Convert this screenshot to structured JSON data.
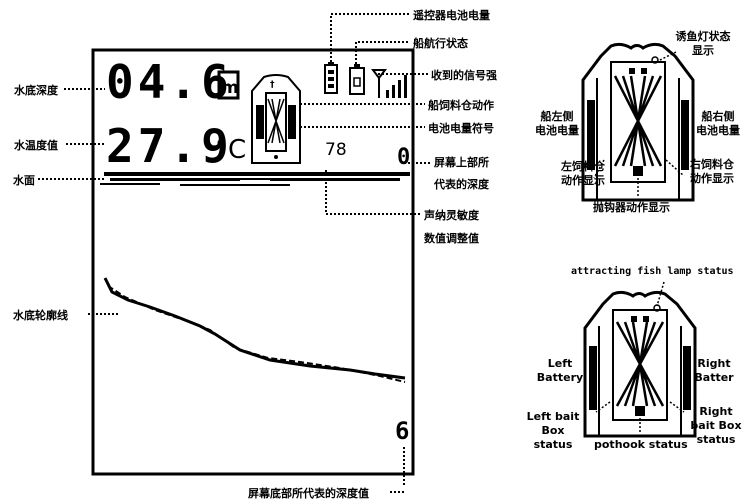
{
  "screen": {
    "depth_value": "04.6",
    "depth_unit": "m",
    "temp_value": "27.9",
    "temp_unit": "°C",
    "sonar_value": "78",
    "top_depth": "0",
    "bottom_depth": "6"
  },
  "left_labels": {
    "bottom_depth": "水底深度",
    "temperature": "水温度值",
    "water_surface": "水面",
    "bottom_contour": "水底轮廓线"
  },
  "right_labels": {
    "remote_battery": "遥控器电池电量",
    "boat_status": "船航行状态",
    "signal": "收到的信号强",
    "boat_action": "船饲料仓动作",
    "battery_symbol": "电池电量符号",
    "top_depth": "屏幕上部所",
    "top_depth_2": "代表的深度",
    "sonar": "声纳灵敏度",
    "sonar_2": "数值调整值",
    "bottom_depth": "屏幕底部所代表的深度值"
  },
  "cn_diagram": {
    "lamp": "诱鱼灯状态",
    "lamp_2": "显示",
    "left_battery": "船左侧",
    "left_battery_2": "电池电量",
    "right_battery": "船右侧",
    "right_battery_2": "电池电量",
    "left_bait": "左饲料仓",
    "left_bait_2": "动作显示",
    "right_bait": "右饲料仓",
    "right_bait_2": "动作显示",
    "hook": "抛钩器动作显示"
  },
  "en_diagram": {
    "lamp": "attracting fish lamp status",
    "left_battery": "Left",
    "left_battery_2": "Battery",
    "right_battery": "Right",
    "right_battery_2": "Batter",
    "left_bait": "Left bait",
    "left_bait_2": "Box",
    "left_bait_3": "status",
    "right_bait": "Right",
    "right_bait_2": "bait Box",
    "right_bait_3": "status",
    "hook": "pothook status"
  }
}
